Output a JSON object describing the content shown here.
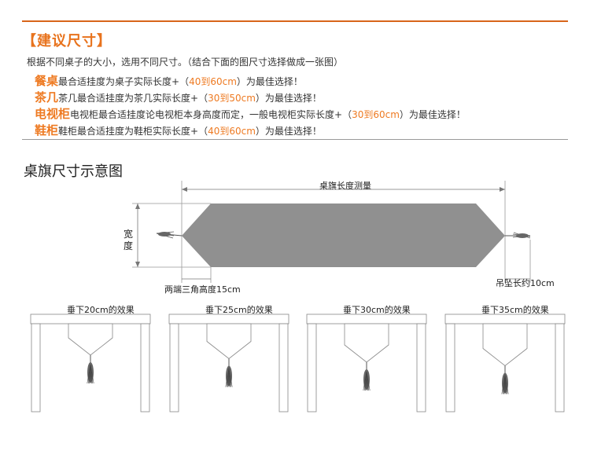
{
  "header": {
    "title": "【建议尺寸】"
  },
  "intro": "根据不同桌子的大小，选用不同尺寸。（结合下面的图尺寸选择做成一张图）",
  "recommendations": [
    {
      "name": "餐桌",
      "pre": "最合适挂度为桌子实际长度+（",
      "range": "40到60cm",
      "post": "）为最佳选择！"
    },
    {
      "name": "茶几",
      "pre": "茶几最合适挂度为茶几实际长度+（",
      "range": "30到50cm",
      "post": "）为最佳选择！"
    },
    {
      "name": "电视柜",
      "pre": "电视柜最合适挂度论电视柜本身高度而定，一般电视柜实际长度+（",
      "range": "30到60cm",
      "post": "）为最佳选择！"
    },
    {
      "name": "鞋柜",
      "pre": "鞋柜最合适挂度为鞋柜实际长度+（",
      "range": "40到60cm",
      "post": "）为最佳选择！"
    }
  ],
  "diagram": {
    "title": "桌旗尺寸示意图",
    "length_label": "桌旗长度测量",
    "width_label": [
      "宽",
      "度"
    ],
    "triangle_label": "两端三角高度15cm",
    "pendant_label": "吊坠长约10cm"
  },
  "effects": [
    {
      "label": "垂下20cm的效果",
      "drop_cm": 20
    },
    {
      "label": "垂下25cm的效果",
      "drop_cm": 25
    },
    {
      "label": "垂下30cm的效果",
      "drop_cm": 30
    },
    {
      "label": "垂下35cm的效果",
      "drop_cm": 35
    }
  ],
  "colors": {
    "accent": "#ee7a22",
    "runner": "#909090",
    "rule": "#d8651a"
  }
}
